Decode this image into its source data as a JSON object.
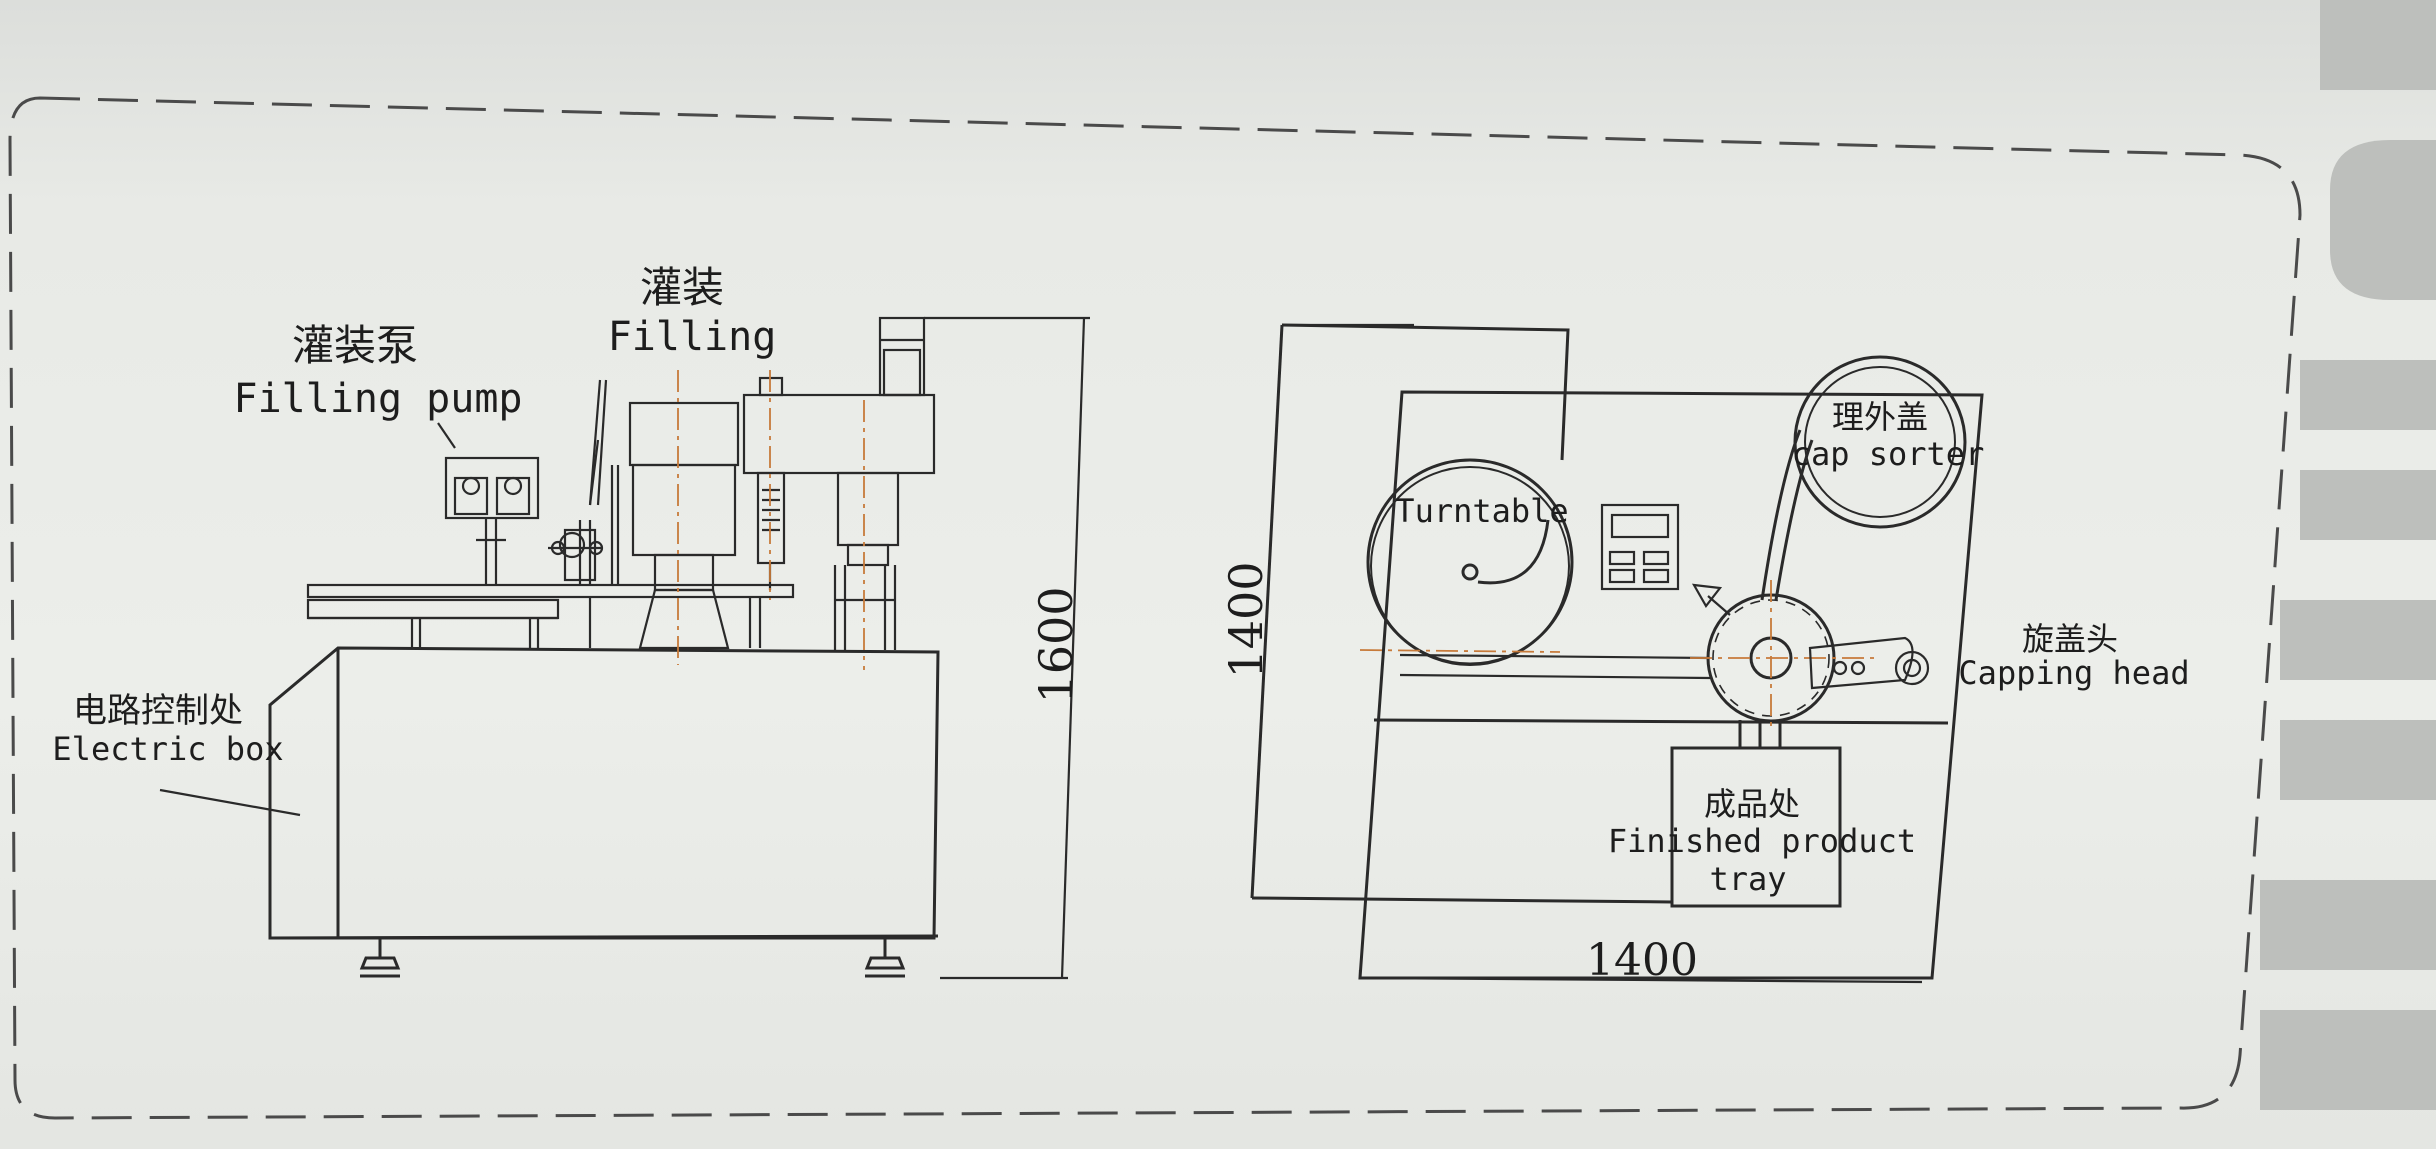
{
  "labels": {
    "filling_pump_cn": "灌装泵",
    "filling_pump_en": "Filling pump",
    "filling_cn": "灌装",
    "filling_en": "Filling",
    "electric_box_cn": "电路控制处",
    "electric_box_en": "Electric box",
    "height_dim": "1600",
    "top_depth_dim": "1400",
    "top_width_dim": "1400",
    "turntable_en": "Turntable",
    "cap_sorter_cn": "理外盖",
    "cap_sorter_en": "cap sorter",
    "capping_head_cn": "旋盖头",
    "capping_head_en": "Capping head",
    "finished_cn": "成品处",
    "finished_en_line1": "Finished product",
    "finished_en_line2": "tray"
  },
  "colors": {
    "line": "#2a2a2a",
    "centerline": "#c77a3a",
    "background": "#eceeea",
    "border_dash": "#4a4a4a",
    "watermark": "#b9bbb8"
  }
}
